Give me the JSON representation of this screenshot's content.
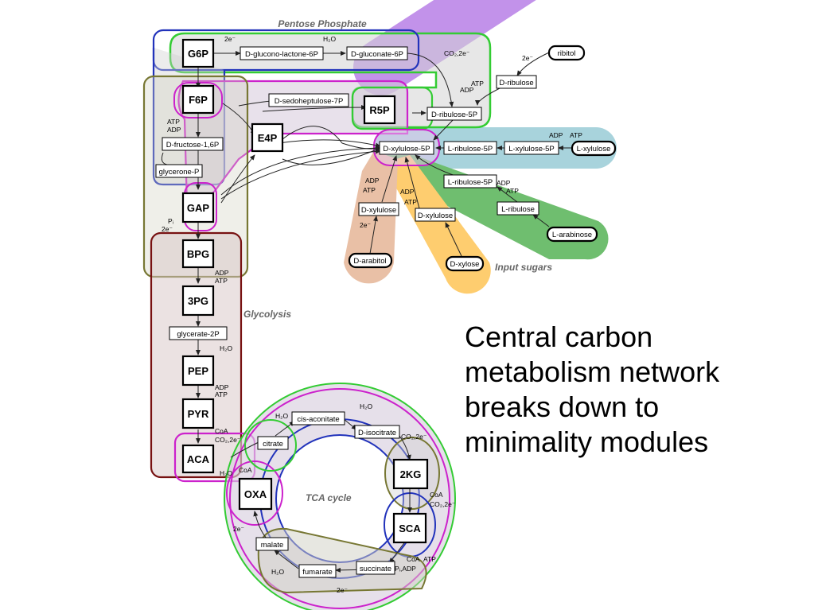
{
  "caption_lines": [
    "Central carbon",
    "metabolism network",
    "breaks down to",
    "minimality modules"
  ],
  "regions": {
    "pentose_phosphate": "Pentose Phosphate",
    "glycolysis": "Glycolysis",
    "input_sugars": "Input sugars",
    "tca_cycle": "TCA cycle"
  },
  "metabolites": {
    "g6p": "G6P",
    "f6p": "F6P",
    "e4p": "E4P",
    "gap": "GAP",
    "bpg": "BPG",
    "pg3": "3PG",
    "pep": "PEP",
    "pyr": "PYR",
    "aca": "ACA",
    "r5p": "R5P",
    "oxa": "OXA",
    "kg2": "2KG",
    "sca": "SCA"
  },
  "intermediates": {
    "gluconolactone": "D-glucono-lactone-6P",
    "gluconate": "D-gluconate-6P",
    "sedoheptulose": "D-sedoheptulose-7P",
    "fructose_bp": "D-fructose-1,6P",
    "glycerone": "glycerone-P",
    "ribulose5p": "D-ribulose-5P",
    "xylulose5p": "D-xylulose-5P",
    "d_ribulose": "D-ribulose",
    "l_ribulose5p_a": "L-ribulose-5P",
    "l_xylulose5p": "L-xylulose-5P",
    "l_ribulose5p_b": "L-ribulose-5P",
    "l_ribulose": "L-ribulose",
    "d_xylulose_a": "D-xylulose",
    "d_xylulose_b": "D-xylulose",
    "glycerate2p": "glycerate-2P",
    "citrate": "citrate",
    "cis_aconitate": "cis-aconitate",
    "isocitrate": "D-isocitrate",
    "malate": "malate",
    "fumarate": "fumarate",
    "succinate": "succinate"
  },
  "input_sugars": {
    "ribitol": "ribitol",
    "l_xylulose": "L-xylulose",
    "l_arabinose": "L-arabinose",
    "d_xylose": "D-xylose",
    "d_arabitol": "D-arabitol"
  },
  "cofactors": {
    "e2_g6p": "2e⁻",
    "h2o_pp": "H₂O",
    "co2_pp": "CO₂,2e⁻",
    "e2_ribitol": "2e⁻",
    "atp_drib": "ATP",
    "adp_drib": "ADP",
    "atp_f6p": "ATP",
    "adp_f6p": "ADP",
    "adp_lxyl": "ADP",
    "atp_lxyl": "ATP",
    "adp_lrib": "ADP",
    "atp_lrib": "ATP",
    "adp_dxyl_a": "ADP",
    "atp_dxyl_a": "ATP",
    "adp_dxyl_b": "ADP",
    "atp_dxyl_b": "ATP",
    "e2_arab": "2e⁻",
    "pi_gap": "Pᵢ",
    "e2_gap": "2e⁻",
    "adp_bpg": "ADP",
    "atp_bpg": "ATP",
    "h2o_gly": "H₂O",
    "adp_pep": "ADP",
    "atp_pep": "ATP",
    "coa_pyr": "CoA",
    "co2_pyr": "CO₂,2e⁻",
    "h2o_aca": "H₂O",
    "coa_aca": "CoA",
    "h2o_cit": "H₂O",
    "h2o_iso": "H₂O",
    "co2_iso": "CO₂,2e⁻",
    "coa_kg": "CoA",
    "co2_kg": "CO₂,2e⁻",
    "coa_sca": "CoA",
    "atp_sca": "ATP",
    "piadp_sca": "Pᵢ,ADP",
    "e2_oxa": "2e⁻",
    "h2o_mal": "H₂O",
    "e2_succ": "2e⁻"
  },
  "colors": {
    "blue": "#2233bb",
    "green": "#33cc33",
    "olive": "#777733",
    "maroon": "#771111",
    "magenta": "#cc22cc",
    "purple_fill": "#b77fe6",
    "teal_fill": "#a8d3dc",
    "green_fill": "#6fbe6f",
    "orange_fill": "#fecd6f",
    "salmon_fill": "#e9c0a6",
    "gray_fill": "#cfcfcf"
  }
}
